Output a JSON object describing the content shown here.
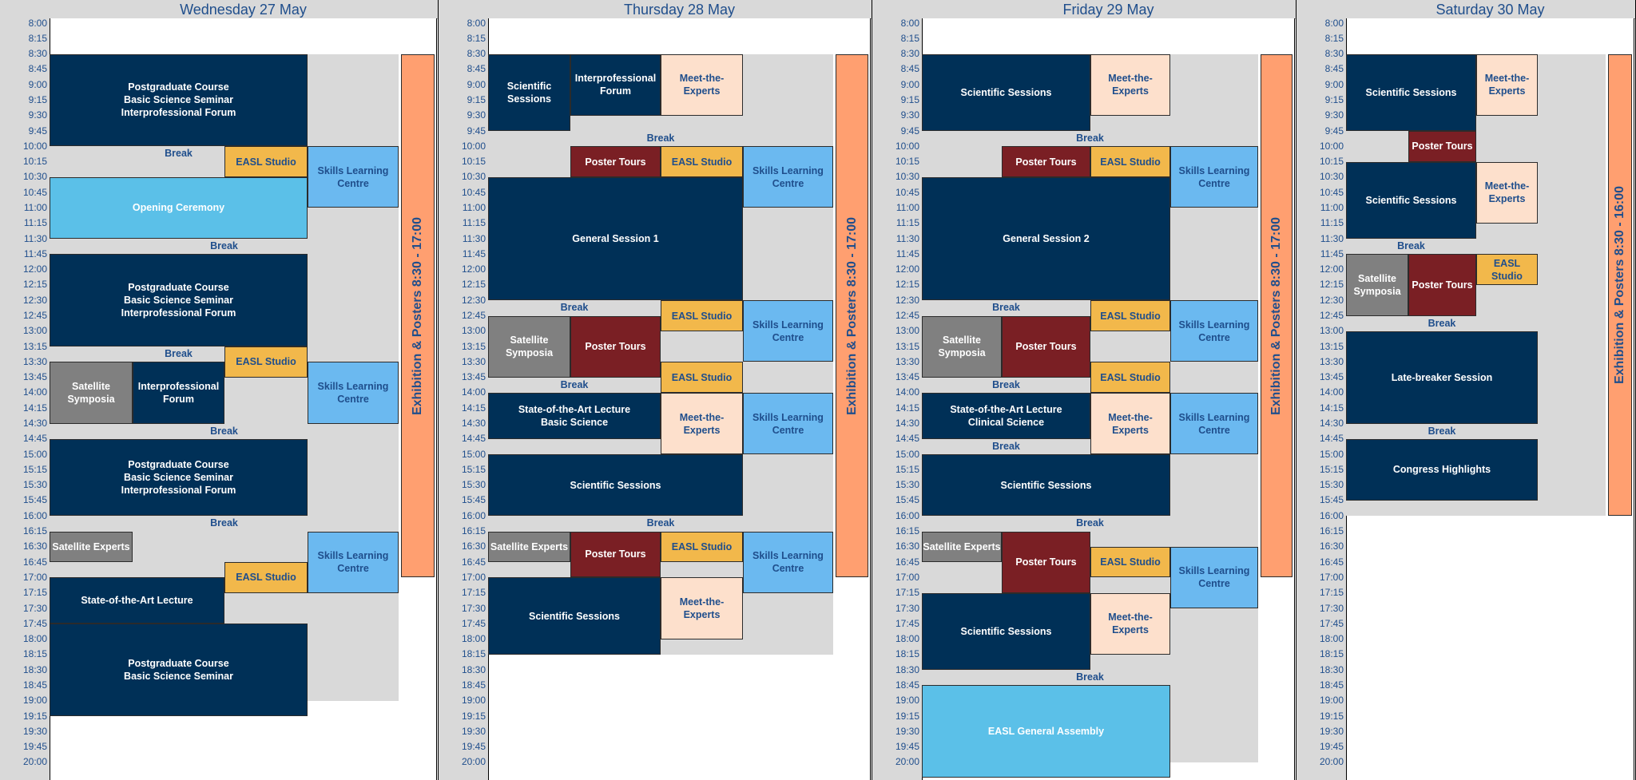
{
  "start_time": "8:00",
  "end_time": "20:00",
  "times": [
    "8:00",
    "8:15",
    "8:30",
    "8:45",
    "9:00",
    "9:15",
    "9:30",
    "9:45",
    "10:00",
    "10:15",
    "10:30",
    "10:45",
    "11:00",
    "11:15",
    "11:30",
    "11:45",
    "12:00",
    "12:15",
    "12:30",
    "12:45",
    "13:00",
    "13:15",
    "13:30",
    "13:45",
    "14:00",
    "14:15",
    "14:30",
    "14:45",
    "15:00",
    "15:15",
    "15:30",
    "15:45",
    "16:00",
    "16:15",
    "16:30",
    "16:45",
    "17:00",
    "17:15",
    "17:30",
    "17:45",
    "18:00",
    "18:15",
    "18:30",
    "18:45",
    "19:00",
    "19:15",
    "19:30",
    "19:45",
    "20:00"
  ],
  "colors": {
    "navy": "#003057",
    "orange_yellow": "#f2b84b",
    "light_blue": "#6bb9f0",
    "cyan": "#5bc0e8",
    "gray": "#808080",
    "maroon": "#7a1f24",
    "peach": "#fde0cc",
    "exhibition": "#ff9f70",
    "break_bg": "#d9d9d9",
    "text_blue": "#1f4e8c"
  },
  "days": [
    {
      "title": "Wednesday 27 May",
      "exhibition": {
        "label": "Exhibition & Posters 8:30 - 17:00",
        "start": "8:30",
        "end": "17:00"
      },
      "gray_fill_end": "19:00",
      "breaks": [
        {
          "label": "Break",
          "time": "10:00",
          "c0": 0,
          "c1": 3
        },
        {
          "label": "Break",
          "time": "11:30",
          "c0": 0,
          "c1": 5
        },
        {
          "label": "Break",
          "time": "13:15",
          "c0": 0,
          "c1": 3
        },
        {
          "label": "Break",
          "time": "14:30",
          "c0": 0,
          "c1": 5
        },
        {
          "label": "Break",
          "time": "16:00",
          "c0": 0,
          "c1": 5
        }
      ],
      "events": [
        {
          "label": "Postgraduate Course\nBasic Science Seminar\nInterprofessional Forum",
          "start": "8:30",
          "end": "10:00",
          "c0": 0,
          "c1": 3,
          "color": "navy"
        },
        {
          "label": "EASL Studio",
          "start": "10:00",
          "end": "10:30",
          "c0": 2,
          "c1": 3,
          "color": "orange_yellow"
        },
        {
          "label": "Skills Learning\nCentre",
          "start": "10:00",
          "end": "11:00",
          "c0": 3,
          "c1": 4,
          "color": "light_blue"
        },
        {
          "label": "Opening Ceremony",
          "start": "10:30",
          "end": "11:30",
          "c0": 0,
          "c1": 3,
          "color": "cyan"
        },
        {
          "label": "Postgraduate Course\nBasic Science Seminar\nInterprofessional Forum",
          "start": "11:45",
          "end": "13:15",
          "c0": 0,
          "c1": 3,
          "color": "navy"
        },
        {
          "label": "EASL Studio",
          "start": "13:15",
          "end": "13:45",
          "c0": 2,
          "c1": 3,
          "color": "orange_yellow"
        },
        {
          "label": "Satellite\nSymposia",
          "start": "13:30",
          "end": "14:30",
          "c0": 0,
          "c1": 1,
          "color": "gray"
        },
        {
          "label": "Interprofessional\nForum",
          "start": "13:30",
          "end": "14:30",
          "c0": 1,
          "c1": 2,
          "color": "navy"
        },
        {
          "label": "Skills Learning\nCentre",
          "start": "13:30",
          "end": "14:30",
          "c0": 3,
          "c1": 4,
          "color": "light_blue"
        },
        {
          "label": "Postgraduate Course\nBasic Science Seminar\nInterprofessional Forum",
          "start": "14:45",
          "end": "16:00",
          "c0": 0,
          "c1": 3,
          "color": "navy"
        },
        {
          "label": "Satellite Experts",
          "start": "16:15",
          "end": "16:45",
          "c0": 0,
          "c1": 1,
          "color": "gray"
        },
        {
          "label": "Skills Learning\nCentre",
          "start": "16:15",
          "end": "17:15",
          "c0": 3,
          "c1": 4,
          "color": "light_blue"
        },
        {
          "label": "EASL Studio",
          "start": "16:45",
          "end": "17:15",
          "c0": 2,
          "c1": 3,
          "color": "orange_yellow"
        },
        {
          "label": "State-of-the-Art Lecture",
          "start": "17:00",
          "end": "17:45",
          "c0": 0,
          "c1": 2,
          "color": "navy"
        },
        {
          "label": "Postgraduate Course\nBasic Science Seminar",
          "start": "17:45",
          "end": "19:15",
          "c0": 0,
          "c1": 3,
          "color": "navy"
        }
      ]
    },
    {
      "title": "Thursday 28 May",
      "exhibition": {
        "label": "Exhibition & Posters 8:30 - 17:00",
        "start": "8:30",
        "end": "17:00"
      },
      "gray_fill_end": "18:15",
      "breaks": [
        {
          "label": "Break",
          "time": "9:45",
          "c0": 0,
          "c1": 5
        },
        {
          "label": "Break",
          "time": "12:30",
          "c0": 0,
          "c1": 2
        },
        {
          "label": "Break",
          "time": "13:45",
          "c0": 0,
          "c1": 2
        },
        {
          "label": "Break",
          "time": "16:00",
          "c0": 0,
          "c1": 5
        }
      ],
      "events": [
        {
          "label": "Scientific\nSessions",
          "start": "8:30",
          "end": "9:45",
          "c0": 0,
          "c1": 1,
          "color": "navy"
        },
        {
          "label": "Interprofessional\nForum",
          "start": "8:30",
          "end": "9:30",
          "c0": 1,
          "c1": 2,
          "color": "navy"
        },
        {
          "label": "Meet-the-Experts",
          "start": "8:30",
          "end": "9:30",
          "c0": 2,
          "c1": 3,
          "color": "peach"
        },
        {
          "label": "Poster Tours",
          "start": "10:00",
          "end": "10:30",
          "c0": 1,
          "c1": 2,
          "color": "maroon"
        },
        {
          "label": "EASL Studio",
          "start": "10:00",
          "end": "10:30",
          "c0": 2,
          "c1": 3,
          "color": "orange_yellow"
        },
        {
          "label": "Skills Learning\nCentre",
          "start": "10:00",
          "end": "11:00",
          "c0": 3,
          "c1": 4,
          "color": "light_blue"
        },
        {
          "label": "General Session 1",
          "start": "10:30",
          "end": "12:30",
          "c0": 0,
          "c1": 3,
          "color": "navy"
        },
        {
          "label": "EASL Studio",
          "start": "12:30",
          "end": "13:00",
          "c0": 2,
          "c1": 3,
          "color": "orange_yellow"
        },
        {
          "label": "Skills Learning\nCentre",
          "start": "12:30",
          "end": "13:30",
          "c0": 3,
          "c1": 4,
          "color": "light_blue"
        },
        {
          "label": "Satellite\nSymposia",
          "start": "12:45",
          "end": "13:45",
          "c0": 0,
          "c1": 1,
          "color": "gray"
        },
        {
          "label": "Poster Tours",
          "start": "12:45",
          "end": "13:45",
          "c0": 1,
          "c1": 2,
          "color": "maroon"
        },
        {
          "label": "EASL Studio",
          "start": "13:30",
          "end": "14:00",
          "c0": 2,
          "c1": 3,
          "color": "orange_yellow"
        },
        {
          "label": "State-of-the-Art Lecture\nBasic Science",
          "start": "14:00",
          "end": "14:45",
          "c0": 0,
          "c1": 2,
          "color": "navy"
        },
        {
          "label": "Meet-the-Experts",
          "start": "14:00",
          "end": "15:00",
          "c0": 2,
          "c1": 3,
          "color": "peach"
        },
        {
          "label": "Skills Learning\nCentre",
          "start": "14:00",
          "end": "15:00",
          "c0": 3,
          "c1": 4,
          "color": "light_blue"
        },
        {
          "label": "Scientific Sessions",
          "start": "15:00",
          "end": "16:00",
          "c0": 0,
          "c1": 3,
          "color": "navy"
        },
        {
          "label": "Satellite Experts",
          "start": "16:15",
          "end": "16:45",
          "c0": 0,
          "c1": 1,
          "color": "gray"
        },
        {
          "label": "Poster Tours",
          "start": "16:15",
          "end": "17:00",
          "c0": 1,
          "c1": 2,
          "color": "maroon"
        },
        {
          "label": "EASL Studio",
          "start": "16:15",
          "end": "16:45",
          "c0": 2,
          "c1": 3,
          "color": "orange_yellow"
        },
        {
          "label": "Skills Learning\nCentre",
          "start": "16:15",
          "end": "17:15",
          "c0": 3,
          "c1": 4,
          "color": "light_blue"
        },
        {
          "label": "Scientific Sessions",
          "start": "17:00",
          "end": "18:15",
          "c0": 0,
          "c1": 2,
          "color": "navy"
        },
        {
          "label": "Meet-the-Experts",
          "start": "17:00",
          "end": "18:00",
          "c0": 2,
          "c1": 3,
          "color": "peach"
        }
      ]
    },
    {
      "title": "Friday 29 May",
      "exhibition": {
        "label": "Exhibition & Posters 8:30 - 17:00",
        "start": "8:30",
        "end": "17:00"
      },
      "gray_fill_end": "20:00",
      "breaks": [
        {
          "label": "Break",
          "time": "9:45",
          "c0": 0,
          "c1": 5
        },
        {
          "label": "Break",
          "time": "12:30",
          "c0": 0,
          "c1": 2
        },
        {
          "label": "Break",
          "time": "13:45",
          "c0": 0,
          "c1": 2
        },
        {
          "label": "Break",
          "time": "14:45",
          "c0": 0,
          "c1": 2
        },
        {
          "label": "Break",
          "time": "16:00",
          "c0": 0,
          "c1": 5
        },
        {
          "label": "Break",
          "time": "18:30",
          "c0": 0,
          "c1": 5
        }
      ],
      "events": [
        {
          "label": "Scientific Sessions",
          "start": "8:30",
          "end": "9:45",
          "c0": 0,
          "c1": 2,
          "color": "navy"
        },
        {
          "label": "Meet-the-\nExperts",
          "start": "8:30",
          "end": "9:30",
          "c0": 2,
          "c1": 3,
          "color": "peach"
        },
        {
          "label": "Poster Tours",
          "start": "10:00",
          "end": "10:30",
          "c0": 1,
          "c1": 2,
          "color": "maroon"
        },
        {
          "label": "EASL Studio",
          "start": "10:00",
          "end": "10:30",
          "c0": 2,
          "c1": 3,
          "color": "orange_yellow"
        },
        {
          "label": "Skills Learning\nCentre",
          "start": "10:00",
          "end": "11:00",
          "c0": 3,
          "c1": 4,
          "color": "light_blue"
        },
        {
          "label": "General Session 2",
          "start": "10:30",
          "end": "12:30",
          "c0": 0,
          "c1": 3,
          "color": "navy"
        },
        {
          "label": "EASL Studio",
          "start": "12:30",
          "end": "13:00",
          "c0": 2,
          "c1": 3,
          "color": "orange_yellow"
        },
        {
          "label": "Skills Learning\nCentre",
          "start": "12:30",
          "end": "13:30",
          "c0": 3,
          "c1": 4,
          "color": "light_blue"
        },
        {
          "label": "Satellite\nSymposia",
          "start": "12:45",
          "end": "13:45",
          "c0": 0,
          "c1": 1,
          "color": "gray"
        },
        {
          "label": "Poster Tours",
          "start": "12:45",
          "end": "13:45",
          "c0": 1,
          "c1": 2,
          "color": "maroon"
        },
        {
          "label": "EASL Studio",
          "start": "13:30",
          "end": "14:00",
          "c0": 2,
          "c1": 3,
          "color": "orange_yellow"
        },
        {
          "label": "State-of-the-Art Lecture\nClinical Science",
          "start": "14:00",
          "end": "14:45",
          "c0": 0,
          "c1": 2,
          "color": "navy"
        },
        {
          "label": "Meet-the-\nExperts",
          "start": "14:00",
          "end": "15:00",
          "c0": 2,
          "c1": 3,
          "color": "peach"
        },
        {
          "label": "Skills Learning\nCentre",
          "start": "14:00",
          "end": "15:00",
          "c0": 3,
          "c1": 4,
          "color": "light_blue"
        },
        {
          "label": "Scientific Sessions",
          "start": "15:00",
          "end": "16:00",
          "c0": 0,
          "c1": 3,
          "color": "navy"
        },
        {
          "label": "Satellite Experts",
          "start": "16:15",
          "end": "16:45",
          "c0": 0,
          "c1": 1,
          "color": "gray"
        },
        {
          "label": "Poster Tours",
          "start": "16:15",
          "end": "17:15",
          "c0": 1,
          "c1": 2,
          "color": "maroon"
        },
        {
          "label": "EASL Studio",
          "start": "16:30",
          "end": "17:00",
          "c0": 2,
          "c1": 3,
          "color": "orange_yellow"
        },
        {
          "label": "Skills Learning\nCentre",
          "start": "16:30",
          "end": "17:30",
          "c0": 3,
          "c1": 4,
          "color": "light_blue"
        },
        {
          "label": "Scientific Sessions",
          "start": "17:15",
          "end": "18:30",
          "c0": 0,
          "c1": 2,
          "color": "navy"
        },
        {
          "label": "Meet-the-\nExperts",
          "start": "17:15",
          "end": "18:15",
          "c0": 2,
          "c1": 3,
          "color": "peach"
        },
        {
          "label": "EASL General Assembly",
          "start": "18:45",
          "end": "20:15",
          "c0": 0,
          "c1": 3,
          "color": "cyan"
        }
      ]
    },
    {
      "title": "Saturday 30 May",
      "exhibition": {
        "label": "Exhibition & Posters 8:30 - 16:00",
        "start": "8:30",
        "end": "16:00"
      },
      "gray_fill_end": "16:00",
      "breaks": [
        {
          "label": "Break",
          "time": "11:30",
          "c0": 0,
          "c1": 2
        },
        {
          "label": "Break",
          "time": "12:45",
          "c0": 0,
          "c1": 3
        },
        {
          "label": "Break",
          "time": "14:30",
          "c0": 0,
          "c1": 3
        }
      ],
      "events": [
        {
          "label": "Scientific Sessions",
          "start": "8:30",
          "end": "9:45",
          "c0": 0,
          "c1": 2,
          "color": "navy"
        },
        {
          "label": "Meet-the-\nExperts",
          "start": "8:30",
          "end": "9:30",
          "c0": 2,
          "c1": 3,
          "color": "peach"
        },
        {
          "label": "Poster Tours",
          "start": "9:45",
          "end": "10:15",
          "c0": 1,
          "c1": 2,
          "color": "maroon"
        },
        {
          "label": "Scientific Sessions",
          "start": "10:15",
          "end": "11:30",
          "c0": 0,
          "c1": 2,
          "color": "navy"
        },
        {
          "label": "Meet-the-\nExperts",
          "start": "10:15",
          "end": "11:15",
          "c0": 2,
          "c1": 3,
          "color": "peach"
        },
        {
          "label": "Satellite\nSymposia",
          "start": "11:45",
          "end": "12:45",
          "c0": 0,
          "c1": 1,
          "color": "gray"
        },
        {
          "label": "Poster Tours",
          "start": "11:45",
          "end": "12:45",
          "c0": 1,
          "c1": 2,
          "color": "maroon"
        },
        {
          "label": "EASL Studio",
          "start": "11:45",
          "end": "12:15",
          "c0": 2,
          "c1": 3,
          "color": "orange_yellow"
        },
        {
          "label": "Late-breaker Session",
          "start": "13:00",
          "end": "14:30",
          "c0": 0,
          "c1": 3,
          "color": "navy"
        },
        {
          "label": "Congress Highlights",
          "start": "14:45",
          "end": "15:45",
          "c0": 0,
          "c1": 3,
          "color": "navy"
        }
      ]
    }
  ]
}
